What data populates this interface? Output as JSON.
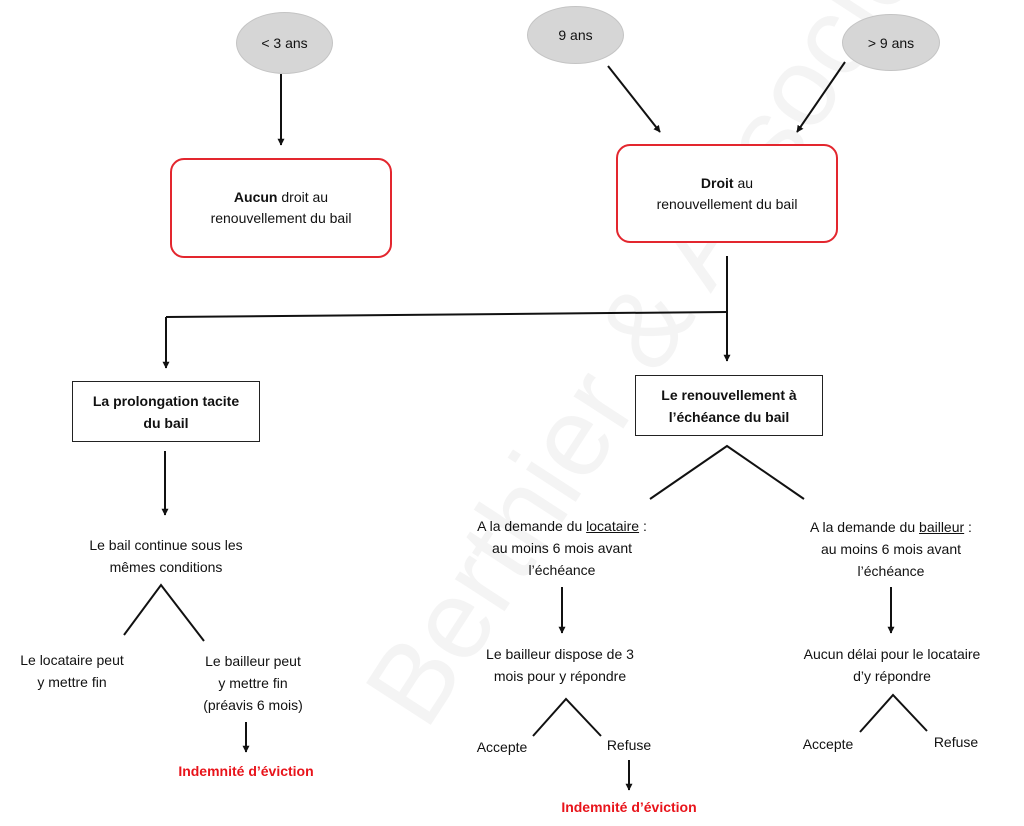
{
  "watermark": "Berthier & Associés",
  "colors": {
    "box_border": "#e3262e",
    "indemnite": "#e8141b",
    "ellipse_fill": "#d6d6d6"
  },
  "durations": {
    "lt3": "< 3 ans",
    "nine": "9 ans",
    "gt9": "> 9 ans"
  },
  "no_right": {
    "bold": "Aucun",
    "rest1": " droit au",
    "line2": "renouvellement du bail"
  },
  "right": {
    "bold": "Droit",
    "rest1": " au",
    "line2": "renouvellement du bail"
  },
  "prolongation": {
    "line1": "La prolongation tacite",
    "line2": "du bail"
  },
  "renouvellement": {
    "line1": "Le renouvellement à",
    "line2": "l’échéance du bail"
  },
  "continue": {
    "line1": "Le bail continue sous les",
    "line2": "mêmes conditions"
  },
  "locataire_fin": {
    "line1": "Le locataire peut",
    "line2": "y mettre fin"
  },
  "bailleur_fin": {
    "line1": "Le bailleur peut",
    "line2": "y mettre fin",
    "line3": "(préavis 6 mois)"
  },
  "indemnite_left": "Indemnité d’éviction",
  "demande_locataire": {
    "prefix": "A la demande du ",
    "who": "locataire",
    "suffix": " :",
    "line2": "au moins 6 mois avant",
    "line3": "l’échéance"
  },
  "demande_bailleur": {
    "prefix": "A la demande du ",
    "who": "bailleur",
    "suffix": " :",
    "line2": "au moins 6 mois avant",
    "line3": "l’échéance"
  },
  "bailleur_dispose": {
    "line1": "Le bailleur dispose de 3",
    "line2": "mois pour y répondre"
  },
  "aucun_delai": {
    "line1": "Aucun délai pour le locataire",
    "line2": "d’y répondre"
  },
  "mid_accepte": "Accepte",
  "mid_refuse": "Refuse",
  "indemnite_mid": "Indemnité d’éviction",
  "right_accepte": "Accepte",
  "right_refuse": "Refuse"
}
